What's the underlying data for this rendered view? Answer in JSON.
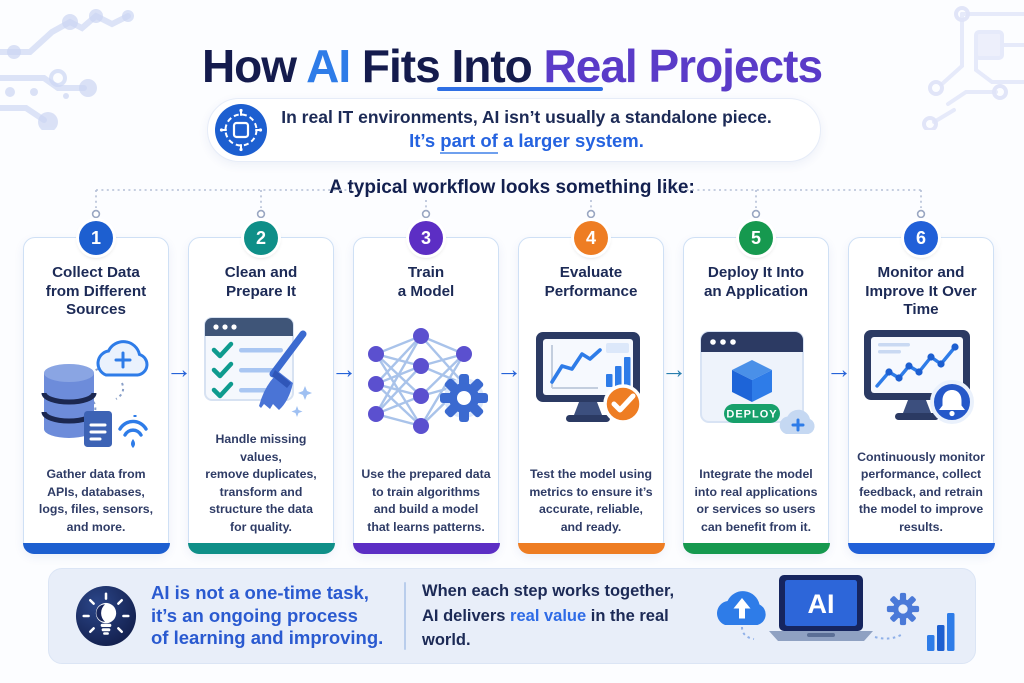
{
  "header": {
    "title": {
      "part1": "How ",
      "part2": "AI",
      "part3": " Fits Into ",
      "part4": "Real Projects"
    },
    "palette": {
      "dark": "#141b4d",
      "blue": "#2e7ce8",
      "purple": "#5a3bc8",
      "underline": "#2f6fe4"
    }
  },
  "intro": {
    "icon": "brain-chip-icon",
    "line1": "In real IT environments, AI isn’t usually a standalone piece.",
    "line2_prefix": "It’s ",
    "line2_underlined": "part of",
    "line2_suffix": " a larger system."
  },
  "workflow": {
    "heading": "A typical workflow looks something like:"
  },
  "steps": [
    {
      "number": "1",
      "color": "#1d5fd0",
      "icon": "data-collection-icon",
      "title": "Collect Data\nfrom Different\nSources",
      "description": "Gather data from\nAPIs, databases,\nlogs, files, sensors,\nand more."
    },
    {
      "number": "2",
      "color": "#0f8f88",
      "icon": "data-cleaning-icon",
      "title": "Clean and\nPrepare It",
      "description": "Handle missing values,\nremove duplicates,\ntransform and\nstructure the data\nfor quality."
    },
    {
      "number": "3",
      "color": "#5c2ec4",
      "icon": "model-training-icon",
      "title": "Train\na Model",
      "description": "Use the prepared data\nto train algorithms\nand build a model\nthat learns patterns."
    },
    {
      "number": "4",
      "color": "#ee7d23",
      "icon": "evaluation-icon",
      "title": "Evaluate\nPerformance",
      "description": "Test the model using\nmetrics to ensure it’s\naccurate, reliable,\nand ready."
    },
    {
      "number": "5",
      "color": "#16994f",
      "icon": "deployment-icon",
      "title": "Deploy It Into\nan Application",
      "description": "Integrate the model\ninto real applications\nor services so users\ncan benefit from it.",
      "button_label": "DEPLOY"
    },
    {
      "number": "6",
      "color": "#2160d8",
      "icon": "monitoring-icon",
      "title": "Monitor and\nImprove It Over\nTime",
      "description": "Continuously monitor\nperformance, collect\nfeedback, and retrain\nthe model to improve\nresults."
    }
  ],
  "flow": {
    "glyph": "→",
    "arrow_colors": [
      "#2563d8",
      "#2563d8",
      "#2563d8",
      "#2a7fae",
      "#2563d8"
    ]
  },
  "footer": {
    "icon": "lightbulb-icon",
    "left_lines": [
      "AI is not a one-time task,",
      "it’s an ongoing process",
      "of learning and improving."
    ],
    "right_line1": "When each step works together,",
    "right_line2_prefix": "AI delivers ",
    "right_line2_accent": "real value",
    "right_line2_suffix": " in the real world.",
    "accent_color": "#2e6be6",
    "laptop_label": "AI",
    "graphics": [
      "cloud-upload-icon",
      "ai-laptop-icon",
      "gear-icon",
      "bar-chart-icon"
    ]
  }
}
